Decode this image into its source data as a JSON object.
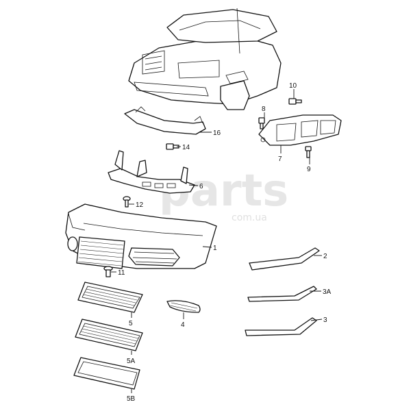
{
  "watermark": {
    "brand": "parts",
    "domain": "com.ua"
  },
  "callouts": {
    "c1": "1",
    "c2": "2",
    "c3": "3",
    "c3a": "3A",
    "c4": "4",
    "c5": "5",
    "c5a": "5A",
    "c5b": "5B",
    "c6": "6",
    "c7": "7",
    "c8": "8",
    "c9": "9",
    "c10": "10",
    "c11": "11",
    "c12": "12",
    "c14": "14",
    "c16": "16"
  }
}
